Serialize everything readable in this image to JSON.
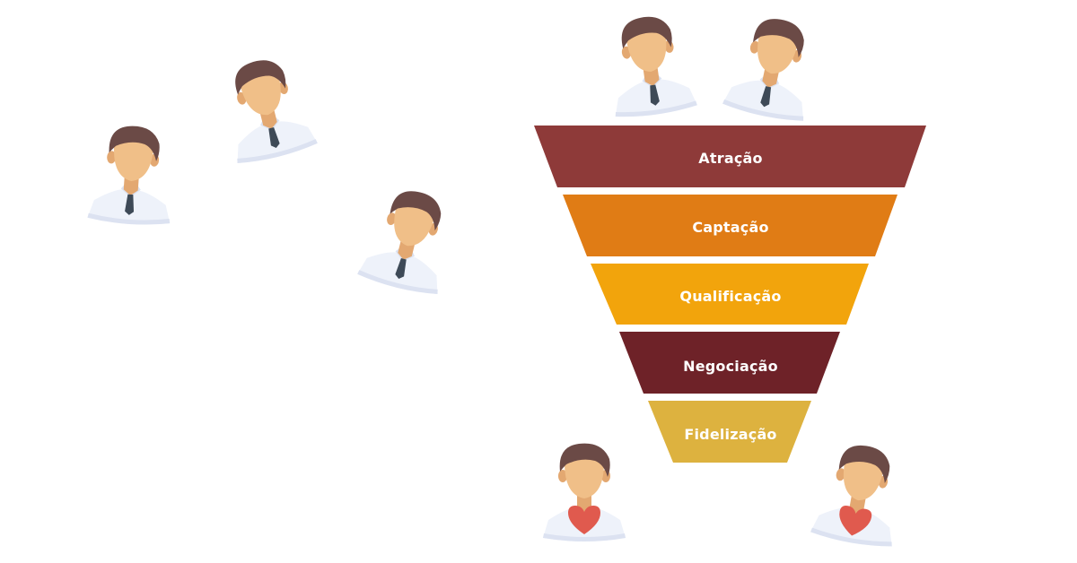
{
  "funnel": {
    "stages": [
      {
        "label": "Atração",
        "color": "#8E3A39"
      },
      {
        "label": "Captação",
        "color": "#E07C15"
      },
      {
        "label": "Qualificação",
        "color": "#F2A40C"
      },
      {
        "label": "Negociação",
        "color": "#6E2228"
      },
      {
        "label": "Fidelização",
        "color": "#DDB23F"
      }
    ]
  },
  "people": {
    "prospect_icon": "person-with-tie-icon",
    "loyal_customer_icon": "person-with-heart-icon",
    "colors": {
      "hair": "#6B4A46",
      "skin": "#F0BF88",
      "skin_shadow": "#E3A871",
      "shirt": "#EEF2FA",
      "shirt_shade": "#DCE2F1",
      "tie": "#3E4A57",
      "heart": "#E05A4E"
    }
  }
}
